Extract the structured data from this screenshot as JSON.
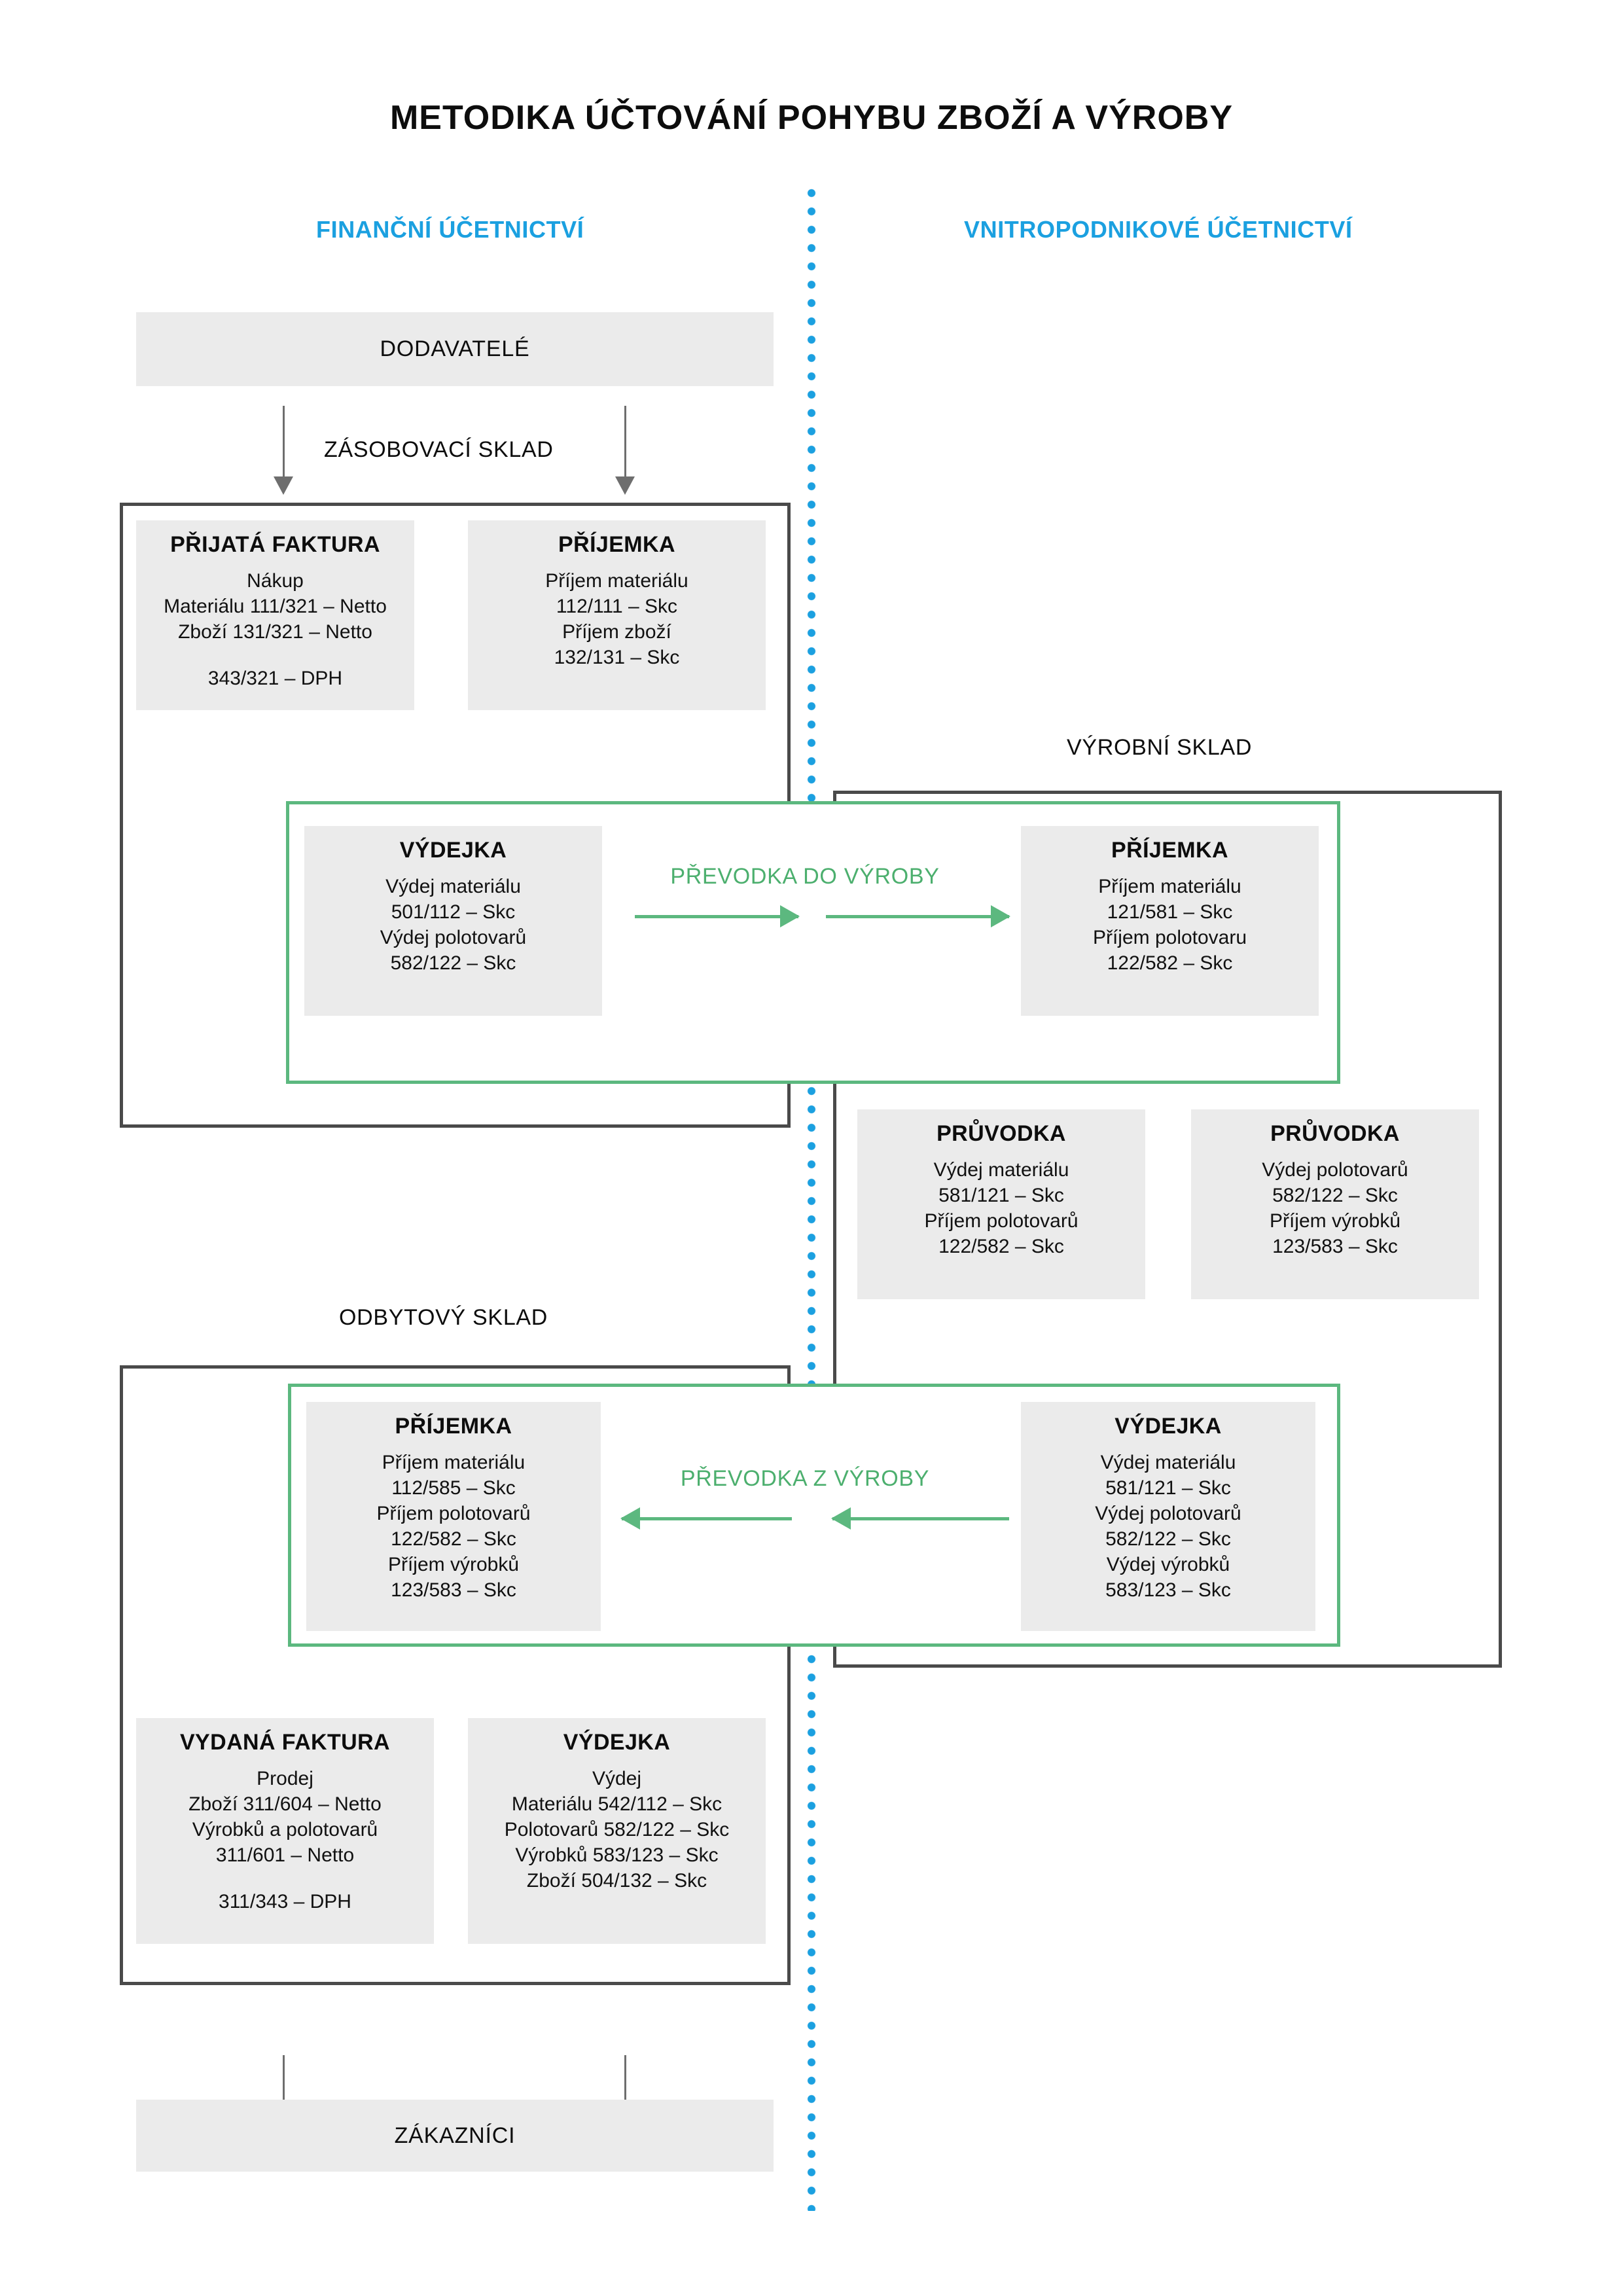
{
  "title": "METODIKA ÚČTOVÁNÍ POHYBU ZBOŽÍ A VÝROBY",
  "columns": {
    "left_label": "FINANČNÍ ÚČETNICTVÍ",
    "right_label": "VNITROPODNIKOVÉ ÚČETNICTVÍ"
  },
  "colors": {
    "accent_blue": "#1BA0E0",
    "accent_green": "#5cb87f",
    "box_gray": "#ebebeb",
    "frame_gray": "#4a4a4a",
    "arrow_gray": "#6e6e6e"
  },
  "endpoints": {
    "suppliers": "DODAVATELÉ",
    "customers": "ZÁKAZNÍCI"
  },
  "warehouses": {
    "supply": "ZÁSOBOVACÍ SKLAD",
    "production": "VÝROBNÍ SKLAD",
    "sales": "ODBYTOVÝ SKLAD"
  },
  "flows": {
    "to_production": "PŘEVODKA  DO VÝROBY",
    "from_production": "PŘEVODKA  Z VÝROBY"
  },
  "documents": {
    "received_invoice": {
      "title": "PŘIJATÁ FAKTURA",
      "lines": [
        "Nákup",
        "Materiálu 111/321 – Netto",
        "Zboží 131/321 – Netto"
      ],
      "lines2": [
        "343/321 – DPH"
      ]
    },
    "receipt_supply": {
      "title": "PŘÍJEMKA",
      "lines": [
        "Příjem materiálu",
        "112/111 – Skc",
        "Příjem zboží",
        "132/131 – Skc"
      ]
    },
    "issue_to_production": {
      "title": "VÝDEJKA",
      "lines": [
        "Výdej materiálu",
        "501/112 – Skc",
        "Výdej polotovarů",
        "582/122 – Skc"
      ]
    },
    "receipt_production": {
      "title": "PŘÍJEMKA",
      "lines": [
        "Příjem materiálu",
        "121/581 – Skc",
        "Příjem polotovaru",
        "122/582 – Skc"
      ]
    },
    "routing_card_1": {
      "title": "PRŮVODKA",
      "lines": [
        "Výdej materiálu",
        "581/121 – Skc",
        "Příjem polotovarů",
        "122/582 – Skc"
      ]
    },
    "routing_card_2": {
      "title": "PRŮVODKA",
      "lines": [
        "Výdej polotovarů",
        "582/122 – Skc",
        "Příjem výrobků",
        "123/583 – Skc"
      ]
    },
    "receipt_sales": {
      "title": "PŘÍJEMKA",
      "lines": [
        "Příjem materiálu",
        "112/585 – Skc",
        "Příjem polotovarů",
        "122/582 – Skc",
        "Příjem výrobků",
        "123/583 – Skc"
      ]
    },
    "issue_from_production": {
      "title": "VÝDEJKA",
      "lines": [
        "Výdej materiálu",
        "581/121 – Skc",
        "Výdej polotovarů",
        "582/122 – Skc",
        "Výdej výrobků",
        "583/123 – Skc"
      ]
    },
    "issued_invoice": {
      "title": "VYDANÁ FAKTURA",
      "lines": [
        "Prodej",
        "Zboží 311/604 – Netto",
        "Výrobků a polotovarů",
        "311/601 – Netto"
      ],
      "lines2": [
        "311/343 – DPH"
      ]
    },
    "issue_sales": {
      "title": "VÝDEJKA",
      "lines": [
        "Výdej",
        "Materiálu 542/112 – Skc",
        "Polotovarů 582/122 – Skc",
        "Výrobků 583/123 – Skc",
        "Zboží 504/132 – Skc"
      ]
    }
  }
}
